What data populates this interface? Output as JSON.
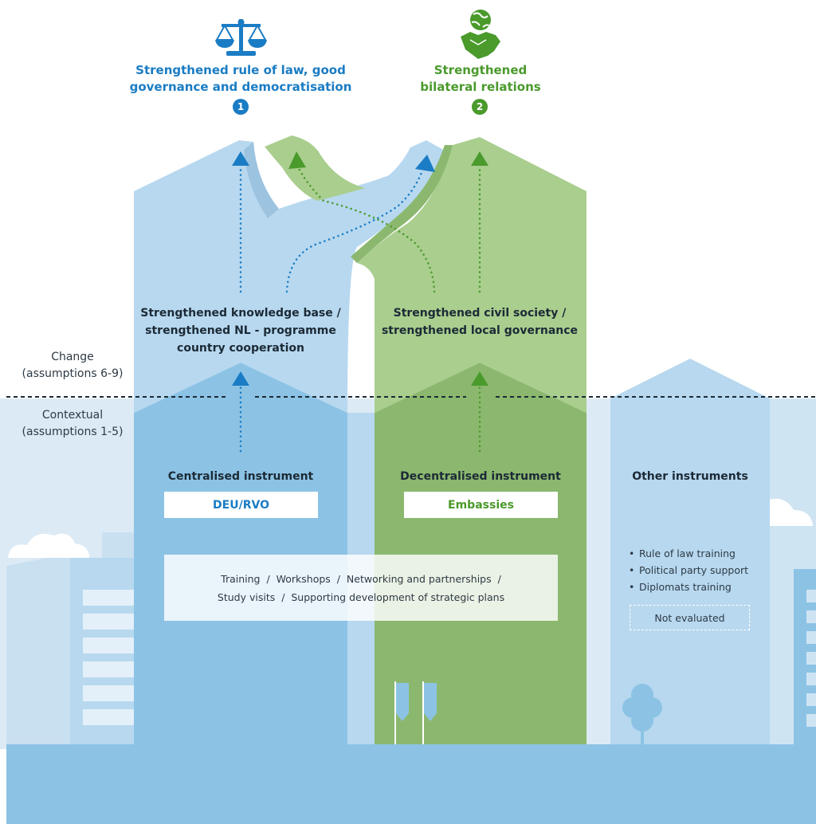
{
  "outcomes": [
    {
      "line1": "Strengthened rule of law, good",
      "line2": "governance and democratisation",
      "number": "1",
      "icon": "scales-of-justice-icon",
      "color": "#1a7cc4"
    },
    {
      "line1": "Strengthened",
      "line2": "bilateral relations",
      "number": "2",
      "icon": "globe-handshake-icon",
      "color": "#4a9a2c"
    }
  ],
  "intermediate": {
    "left": [
      "Strengthened knowledge base /",
      "strengthened NL - programme",
      "country cooperation"
    ],
    "right": [
      "Strengthened civil society /",
      "strengthened local governance"
    ]
  },
  "levels": {
    "change": [
      "Change",
      "(assumptions 6-9)"
    ],
    "contextual": [
      "Contextual",
      "(assumptions 1-5)"
    ]
  },
  "instruments": {
    "centralised": {
      "title": "Centralised instrument",
      "box": "DEU/RVO"
    },
    "decentralised": {
      "title": "Decentralised instrument",
      "box": "Embassies"
    },
    "other": {
      "title": "Other instruments",
      "items": [
        "Rule of law training",
        "Political party support",
        "Diplomats training"
      ],
      "note": "Not evaluated"
    }
  },
  "activities": {
    "row1": [
      "Training",
      "Workshops",
      "Networking and partnerships",
      ""
    ],
    "row2": [
      "Study visits",
      "Supporting development of strategic plans"
    ]
  },
  "colors": {
    "blue_accent": "#1a7cc4",
    "green_accent": "#4a9a2c",
    "light_blue": "#b7d8ef",
    "mid_blue": "#8cc3e5",
    "light_green": "#a9ce8e",
    "mid_green": "#8bb86e"
  }
}
